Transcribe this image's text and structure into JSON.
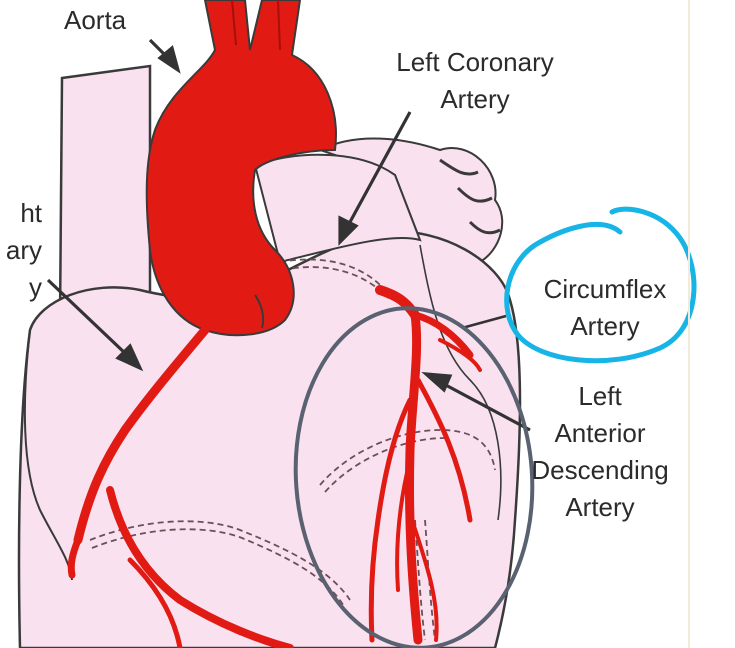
{
  "labels": {
    "aorta": "Aorta",
    "left_coronary": [
      "Left Coronary",
      "Artery"
    ],
    "right_coronary_partial": [
      "ht",
      "ary",
      "y"
    ],
    "circumflex": [
      "Circumflex",
      "Artery"
    ],
    "lad": [
      "Left",
      "Anterior",
      "Descending",
      "Artery"
    ]
  },
  "colors": {
    "heart_fill": "#f9e1ef",
    "artery_red": "#e11b14",
    "outline": "#3a3a3a",
    "arrow": "#333333",
    "circle_annotation": "#17b4e6",
    "oval_annotation": "#5a6170"
  }
}
